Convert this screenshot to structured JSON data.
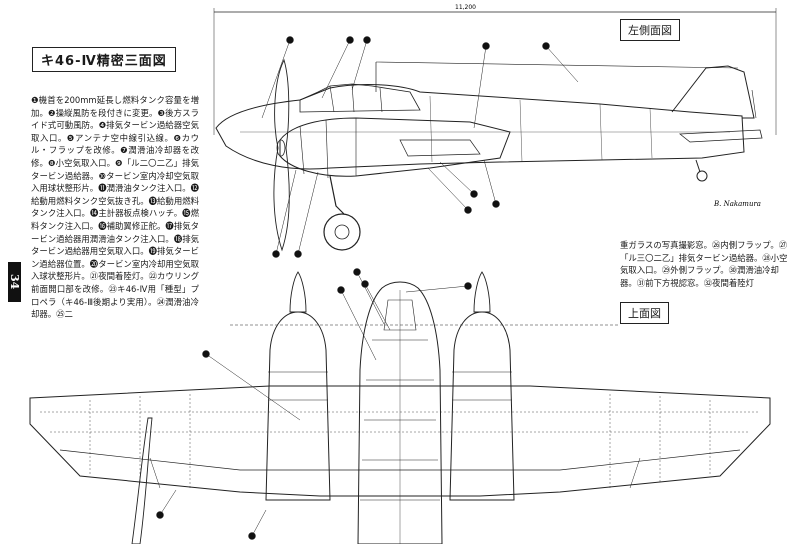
{
  "title": "キ46-Ⅳ精密三面図",
  "page_number": "34",
  "views": {
    "side": "左側面図",
    "top": "上面図"
  },
  "dimension": "11,200",
  "signature": "B. Nakamura",
  "caption_left": "❶機首を200mm延長し燃料タンク容量を増加。❷操縦風防を段付きに変更。❸後方スライド式可動風防。❹排気タービン過給器空気取入口。❺アンテナ空中線引込線。❻カウル・フラップを改修。❼潤滑油冷却器を改修。❽小空気取入口。❾「ル二〇二乙」排気タービン過給器。❿タービン室内冷却空気取入用球状整形片。⓫潤滑油タンク注入口。⓬給動用燃料タンク空気抜き孔。⓭給動用燃料タンク注入口。⓮主計器板点検ハッチ。⓯燃料タンク注入口。⓰補助翼修正舵。⓱排気タービン過給器用潤滑油タンク注入口。⓲排気タービン過給器用空気取入口。⓳排気タービン過給器位置。⓴タービン室内冷却用空気取入球状整形片。㉑夜間着陸灯。㉒カウリング前面開口部を改修。㉓キ46-Ⅳ用「種型」プロペラ（キ46-Ⅲ後期より実用）。㉔潤滑油冷却器。㉕二",
  "caption_right": "重ガラスの写真撮影窓。㉖内側フラップ。㉗「ル三〇二乙」排気タービン過給器。㉘小空気取入口。㉙外側フラップ。㉚潤滑油冷却器。㉛前下方視認窓。㉜夜間着陸灯"
}
